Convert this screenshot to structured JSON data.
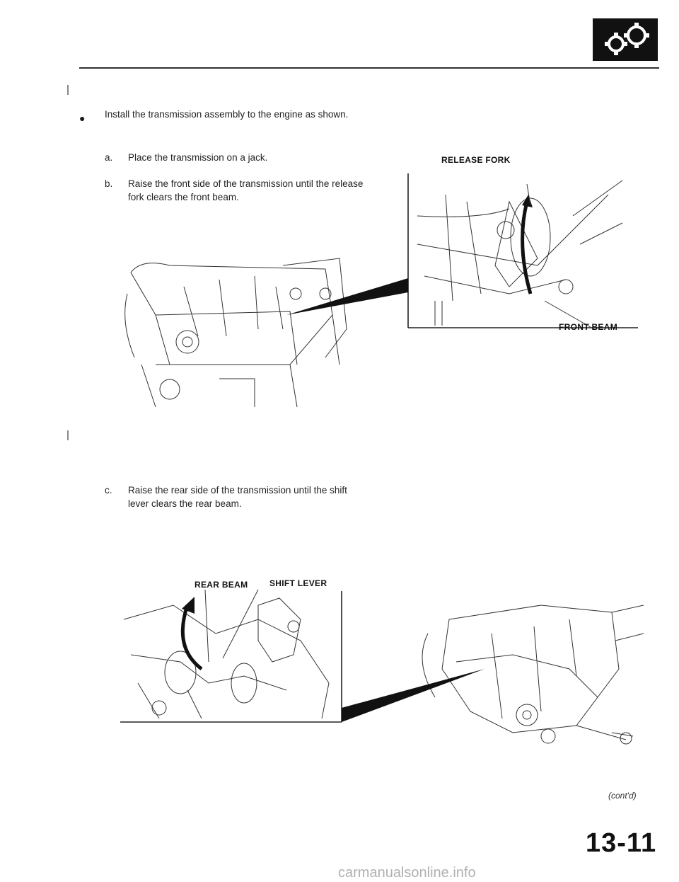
{
  "header": {
    "icon": "gears-icon"
  },
  "steps": {
    "intro": "Install the transmission assembly to the engine as shown.",
    "a": {
      "marker": "a.",
      "text": "Place the transmission on a jack."
    },
    "b": {
      "marker": "b.",
      "text": "Raise the front side of the transmission until the release fork clears the front beam."
    },
    "c": {
      "marker": "c.",
      "text": "Raise the rear side of the transmission until the shift lever clears the rear beam."
    }
  },
  "figure1": {
    "labels": {
      "release_fork": "RELEASE FORK",
      "front_beam": "FRONT BEAM"
    }
  },
  "figure2": {
    "labels": {
      "rear_beam": "REAR BEAM",
      "shift_lever": "SHIFT LEVER"
    }
  },
  "footer": {
    "continued": "(cont'd)",
    "page_number": "13-11",
    "watermark": "carmanualsonline.info"
  }
}
